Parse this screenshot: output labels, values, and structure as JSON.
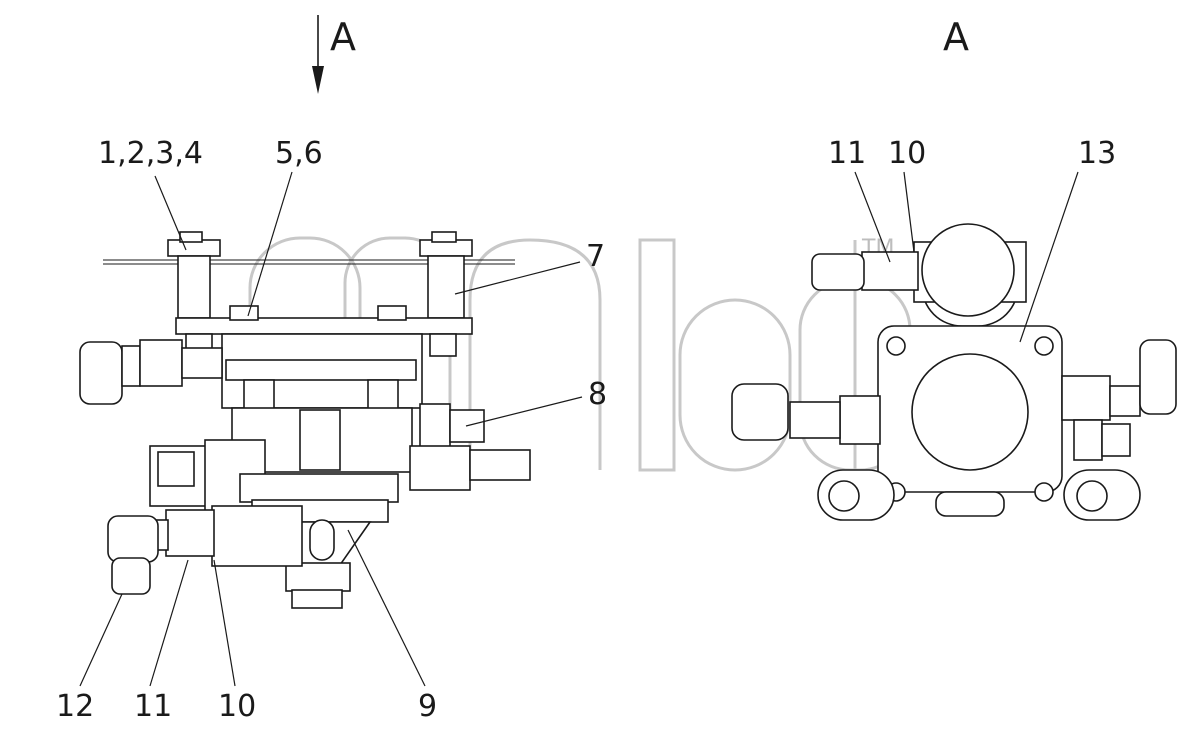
{
  "view_marker": {
    "left": "A",
    "right": "A"
  },
  "watermark": {
    "tm": "TM"
  },
  "callouts": {
    "c1234": "1,2,3,4",
    "c56": "5,6",
    "c7": "7",
    "c8": "8",
    "c9": "9",
    "c10_left": "10",
    "c11_left": "11",
    "c12": "12",
    "c11_right": "11",
    "c10_right": "10",
    "c13": "13"
  }
}
